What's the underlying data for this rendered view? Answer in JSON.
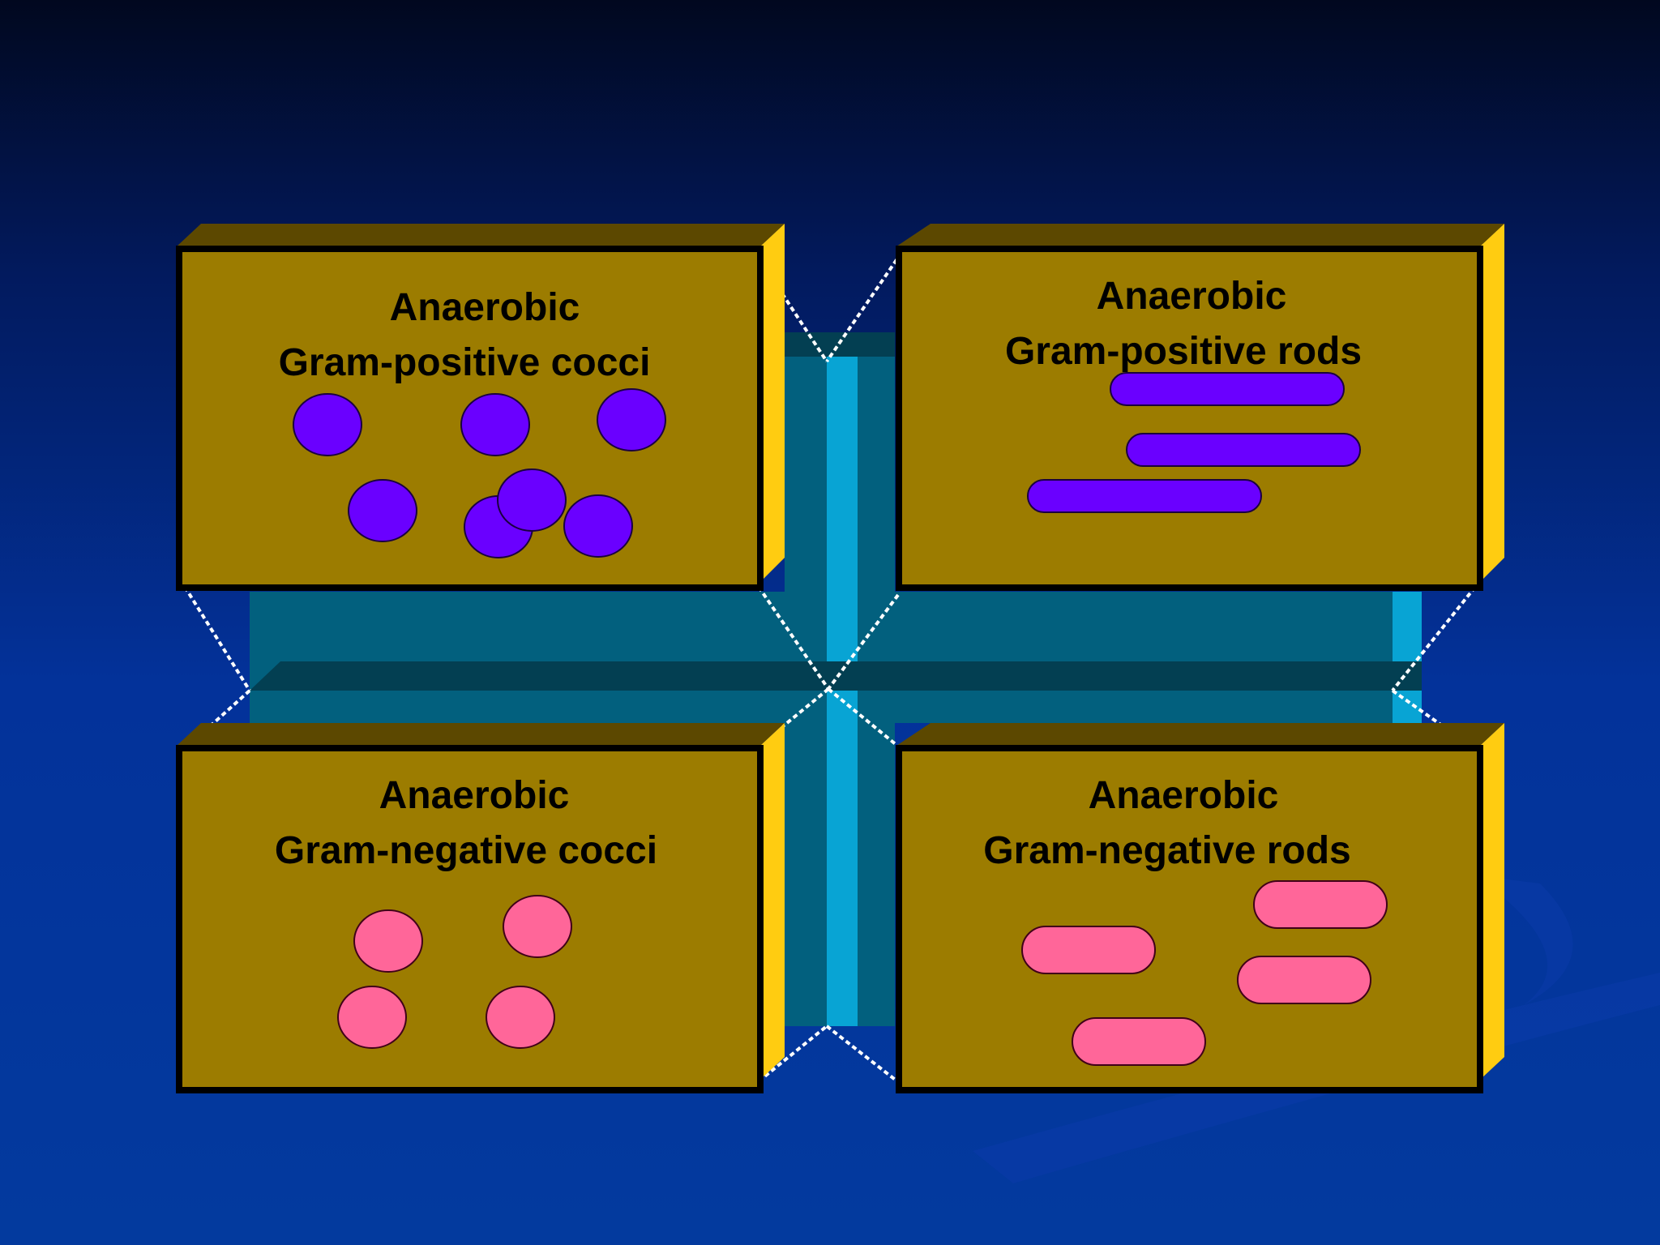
{
  "colors": {
    "panel_fill": "#9c7c00",
    "panel_top": "#5c4800",
    "panel_side": "#ffcc11",
    "panel_border": "#000000",
    "cross_dark": "#02607e",
    "cross_light": "#08a4d4",
    "cross_shadow": "#033f52",
    "positive": "#6a00ff",
    "negative": "#ff6699"
  },
  "panels": {
    "top_left": {
      "line1": "Anaerobic",
      "line2": "Gram-positive cocci",
      "organism": "positive-coccus-icon"
    },
    "top_right": {
      "line1": "Anaerobic",
      "line2": "Gram-positive rods",
      "organism": "positive-rod-icon"
    },
    "bottom_left": {
      "line1": "Anaerobic",
      "line2": "Gram-negative cocci",
      "organism": "negative-coccus-icon"
    },
    "bottom_right": {
      "line1": "Anaerobic",
      "line2": "Gram-negative rods",
      "organism": "negative-rod-icon"
    }
  }
}
